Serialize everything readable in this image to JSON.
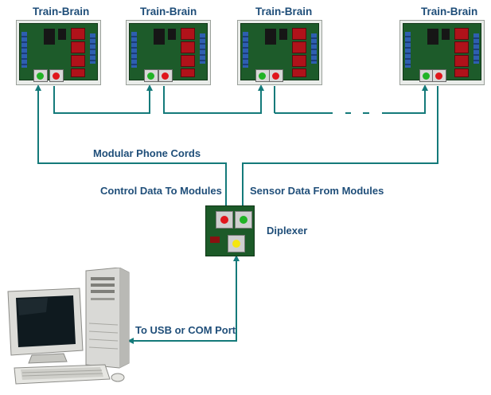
{
  "modules": [
    {
      "title": "Train-Brain"
    },
    {
      "title": "Train-Brain"
    },
    {
      "title": "Train-Brain"
    },
    {
      "title": "Train-Brain"
    }
  ],
  "labels": {
    "phone_cords": "Modular Phone Cords",
    "control_data": "Control Data To Modules",
    "sensor_data": "Sensor Data From Modules",
    "diplexer": "Diplexer",
    "usb_port": "To USB or COM Port"
  },
  "colors": {
    "line": "#147a7a",
    "label_text": "#1f4e79",
    "pcb_green": "#1d5b2a",
    "led_green": "#21b326",
    "led_red": "#e0161c",
    "led_yellow": "#f4e60f"
  }
}
